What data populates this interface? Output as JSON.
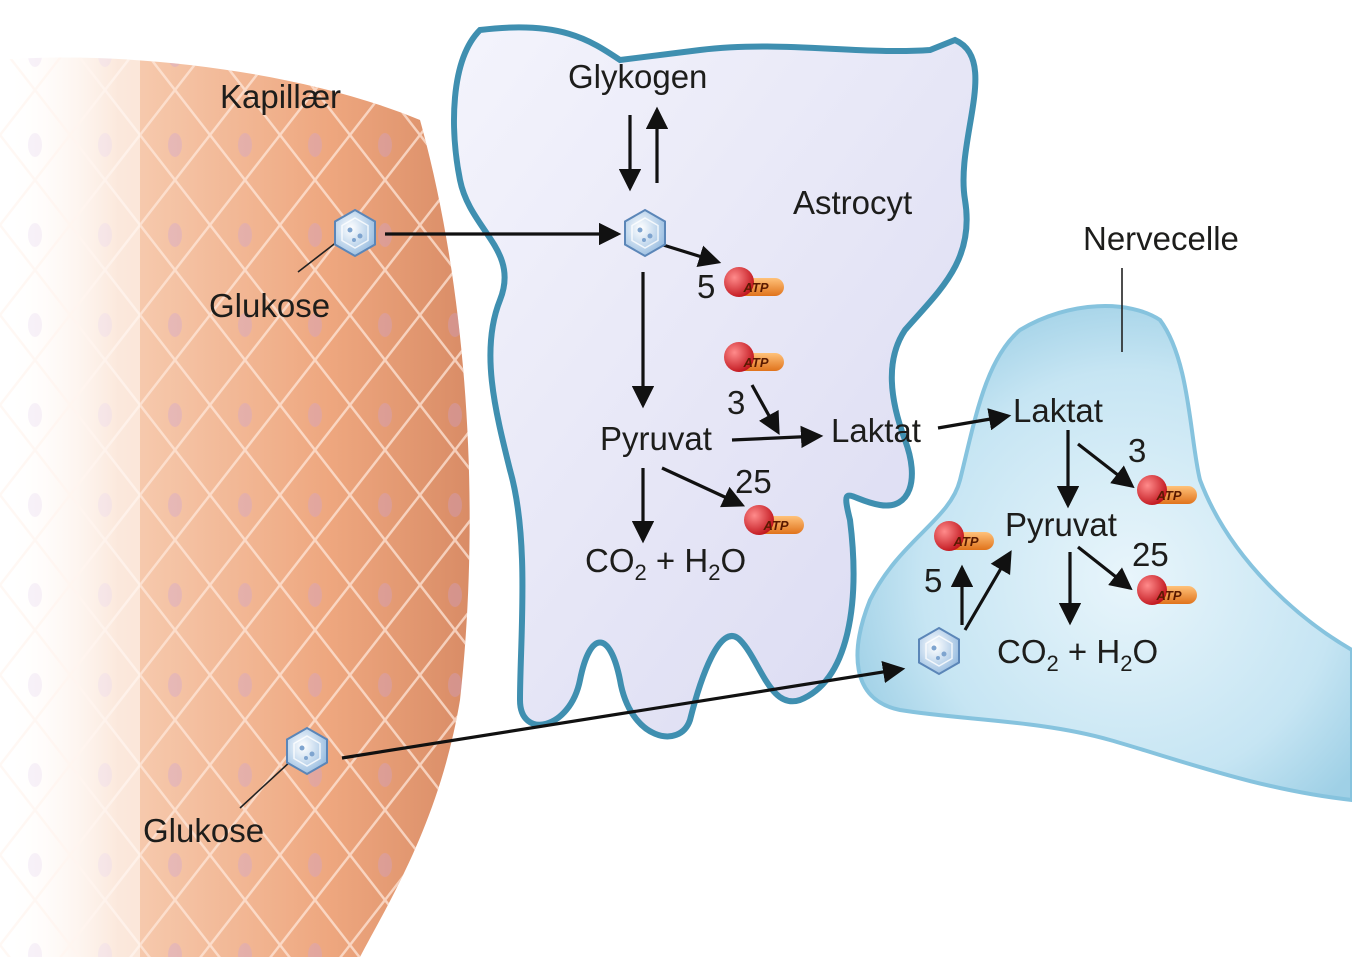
{
  "labels": {
    "capillary": "Kapillær",
    "astrocyte": "Astrocyt",
    "neuron": "Nervecelle",
    "glucose_top": "Glukose",
    "glucose_bottom": "Glukose",
    "glycogen": "Glykogen",
    "pyruvate_astro": "Pyruvat",
    "lactate_astro": "Laktat",
    "lactate_neuron": "Laktat",
    "pyruvate_neuron": "Pyruvat",
    "co2": "CO",
    "h2o_plus": " + H",
    "o": "O",
    "sub2": "2",
    "atp": "ATP"
  },
  "yields": {
    "astro_glycolysis": "5",
    "astro_lactate": "3",
    "astro_oxidative": "25",
    "neuron_lactate": "3",
    "neuron_oxidative": "25",
    "neuron_glycolysis": "5"
  },
  "colors": {
    "capillary": "#f0b08c",
    "astrocyte_fill": "#e3e3f5",
    "astrocyte_edge": "#3f8fb0",
    "neuron_fill": "#bfe0f0",
    "neuron_edge": "#86c3de",
    "atp_ball": "#d8262c",
    "atp_capsule": "#f08a2a"
  }
}
